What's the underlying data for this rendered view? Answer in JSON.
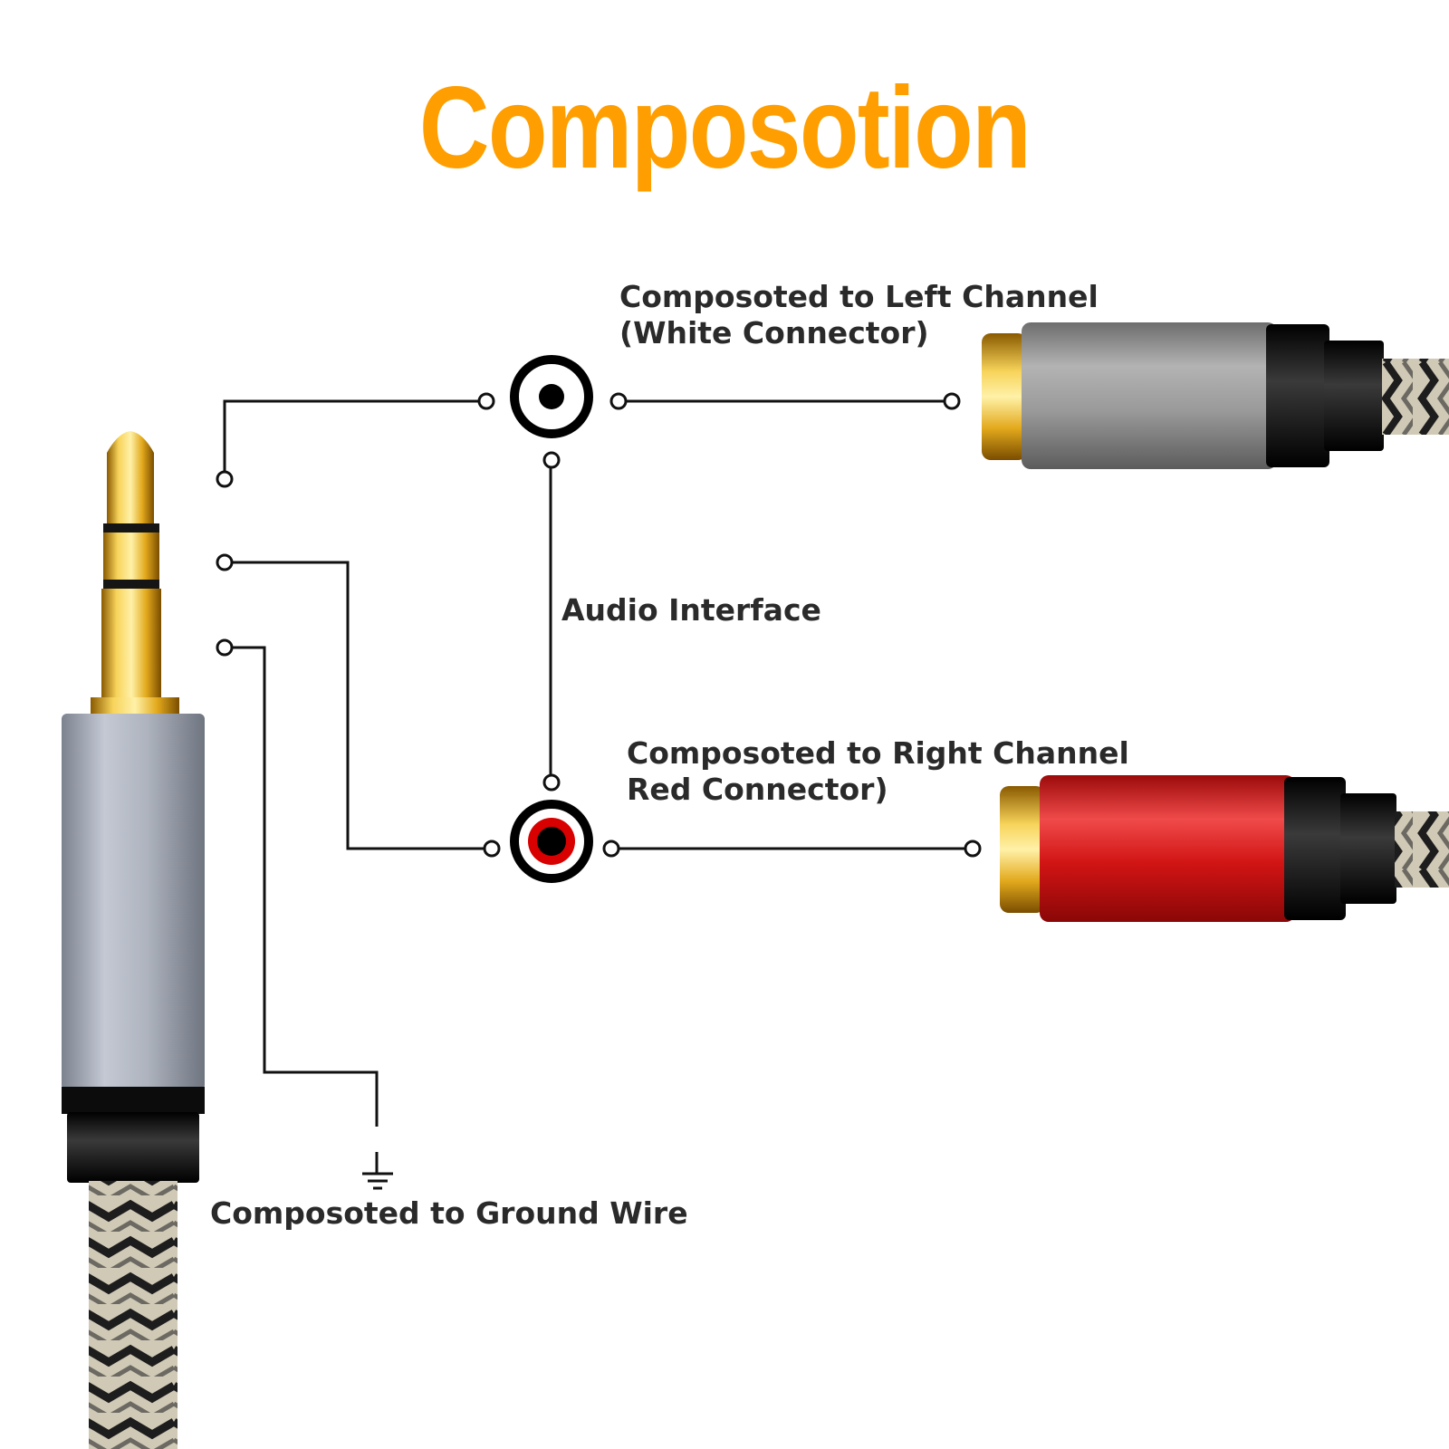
{
  "title": "Composotion",
  "labels": {
    "left_channel_line1": "Composoted to Left Channel",
    "left_channel_line2": "(White Connector)",
    "audio_interface": "Audio Interface",
    "right_channel_line1": "Composoted to Right Channel",
    "right_channel_line2": "Red Connector)",
    "ground": "Composoted to Ground Wire"
  },
  "colors": {
    "title": "#FF9E00",
    "wire": "#111111",
    "label": "#2A2A2A",
    "gold": "#E8B923",
    "silver": "#A9AEB8",
    "gray_barrel": "#8F8F8F",
    "red_barrel": "#D11414",
    "black": "#111111"
  },
  "icons": {
    "white_jack": "rca-jack-white-icon",
    "red_jack": "rca-jack-red-icon",
    "ground": "ground-symbol-icon"
  }
}
